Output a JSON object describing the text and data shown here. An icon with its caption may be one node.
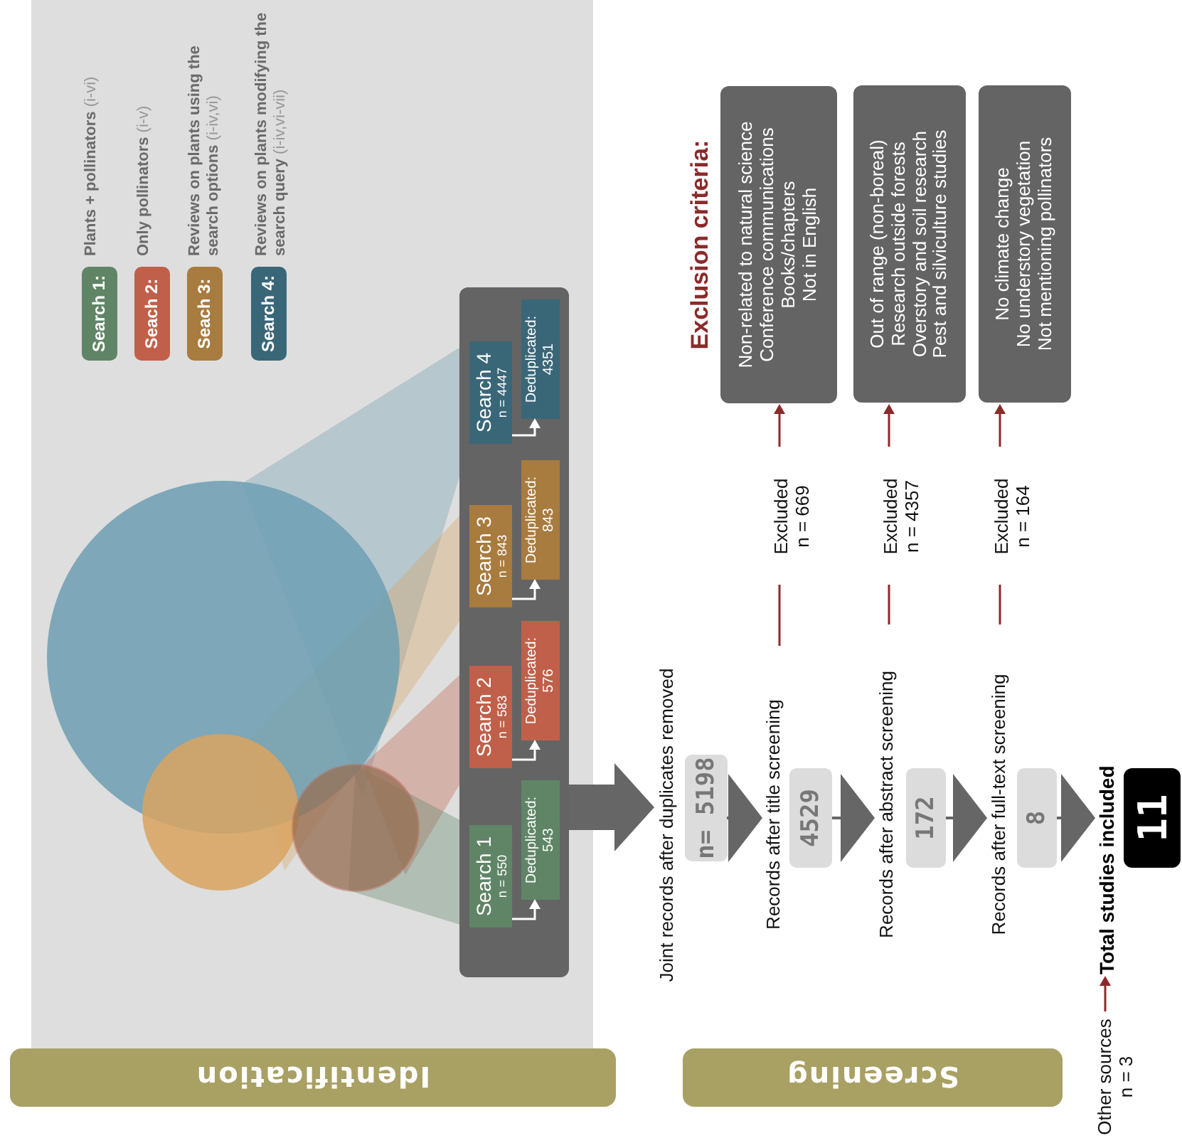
{
  "diagram": {
    "nodes": [
      {
        "text": [
          "Identification"
        ]
      },
      {
        "text": [
          "Screening"
        ]
      },
      {
        "text": [],
        "shape": "box"
      },
      {
        "text": [
          "Search 1",
          "n = 550"
        ],
        "in": 2
      },
      {
        "text": [
          "Deduplicated: 543"
        ],
        "in": 2
      },
      {
        "text": [
          "Search 2",
          "n = 583"
        ],
        "in": 2
      },
      {
        "text": [
          "Deduplicated: 576"
        ],
        "in": 2
      },
      {
        "text": [
          "Search 3",
          "n = 843"
        ],
        "in": 2
      },
      {
        "text": [
          "Deduplicated: 843"
        ],
        "in": 2
      },
      {
        "text": [
          "Search 4",
          "n = 4447"
        ],
        "in": 2
      },
      {
        "text": [
          "Deduplicated: 4351"
        ],
        "in": 2
      },
      {
        "text": [
          "n= 5198"
        ],
        "beside": [
          "Joint records after duplicates removed"
        ]
      },
      {
        "text": [
          "4529"
        ],
        "beside": [
          "Records after title screening"
        ]
      },
      {
        "text": [
          "172"
        ],
        "beside": [
          "Records after abstract screening"
        ]
      },
      {
        "text": [
          "8"
        ],
        "beside": [
          "Records after full-text screening"
        ]
      },
      {
        "text": [
          "Excluded",
          "n = 669"
        ]
      },
      {
        "text": [
          "Excluded",
          "n = 4357"
        ]
      },
      {
        "text": [
          "Excluded",
          "n = 164"
        ]
      },
      {
        "text": [
          "Non-related to natural science",
          "Conference communications",
          "Books/chapters",
          "Not in English"
        ]
      },
      {
        "text": [
          "Out of range (non-boreal)",
          "Research outside forests",
          "Overstory and soil research",
          "Pest and silviculture studies"
        ]
      },
      {
        "text": [
          "No climate change",
          "No understory vegetation",
          "Not mentioning pollinators"
        ]
      },
      {
        "text": [
          "Other sources",
          "n = 3"
        ]
      },
      {
        "text": [
          "11"
        ],
        "beside": [
          "Total studies included"
        ]
      }
    ],
    "edges": [
      {
        "from": 2,
        "to": 11,
        "arrow": "to",
        "style": "thick"
      },
      {
        "from": 11,
        "to": 12,
        "arrow": "to"
      },
      {
        "from": 12,
        "to": 13,
        "arrow": "to"
      },
      {
        "from": 13,
        "to": 14,
        "arrow": "to"
      },
      {
        "from": 14,
        "to": 22,
        "arrow": "to"
      },
      {
        "from": 3,
        "to": 4,
        "arrow": "to",
        "color": "#ffffff"
      },
      {
        "from": 5,
        "to": 6,
        "arrow": "to",
        "color": "#ffffff"
      },
      {
        "from": 7,
        "to": 8,
        "arrow": "to",
        "color": "#ffffff"
      },
      {
        "from": 9,
        "to": 10,
        "arrow": "to",
        "color": "#ffffff"
      },
      {
        "from": 12,
        "to": 15,
        "arrow": "none",
        "color": "#8b2a2a"
      },
      {
        "from": 15,
        "to": 18,
        "arrow": "to",
        "color": "#8b2a2a"
      },
      {
        "from": 13,
        "to": 16,
        "arrow": "none",
        "color": "#8b2a2a"
      },
      {
        "from": 16,
        "to": 19,
        "arrow": "to",
        "color": "#8b2a2a"
      },
      {
        "from": 14,
        "to": 17,
        "arrow": "none",
        "color": "#8b2a2a"
      },
      {
        "from": 17,
        "to": 20,
        "arrow": "to",
        "color": "#8b2a2a"
      },
      {
        "from": 21,
        "to": 22,
        "arrow": "to",
        "color": "#8b2a2a"
      }
    ],
    "labels": [
      "Search 1:",
      "Seach 2:",
      "Seach 3:",
      "Search 4:",
      "Exclusion criteria:"
    ],
    "legend": [
      {
        "text": "**Plants + pollinators** (i-vi)",
        "color": "#5f8566"
      },
      {
        "text": "**Only pollinators** (i-v)",
        "color": "#c0604a"
      },
      {
        "text": "**Reviews on plants using the search options** (i-iv,vi)",
        "color": "#a87b3f"
      },
      {
        "text": "**Reviews on plants modifying the search query** (i-iv,vi-vii)",
        "color": "#3a6778"
      }
    ]
  }
}
